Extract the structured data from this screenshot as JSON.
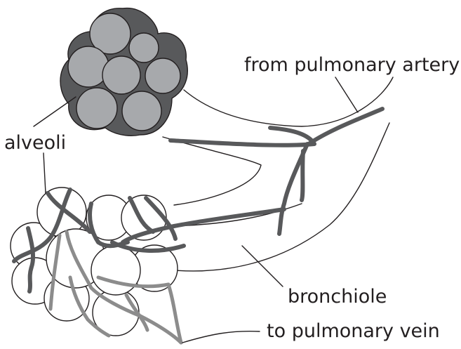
{
  "labels": {
    "alveoli": "alveoli",
    "artery": "from pulmonary artery",
    "bronchiole": "bronchiole",
    "vein": "to pulmonary vein"
  }
}
